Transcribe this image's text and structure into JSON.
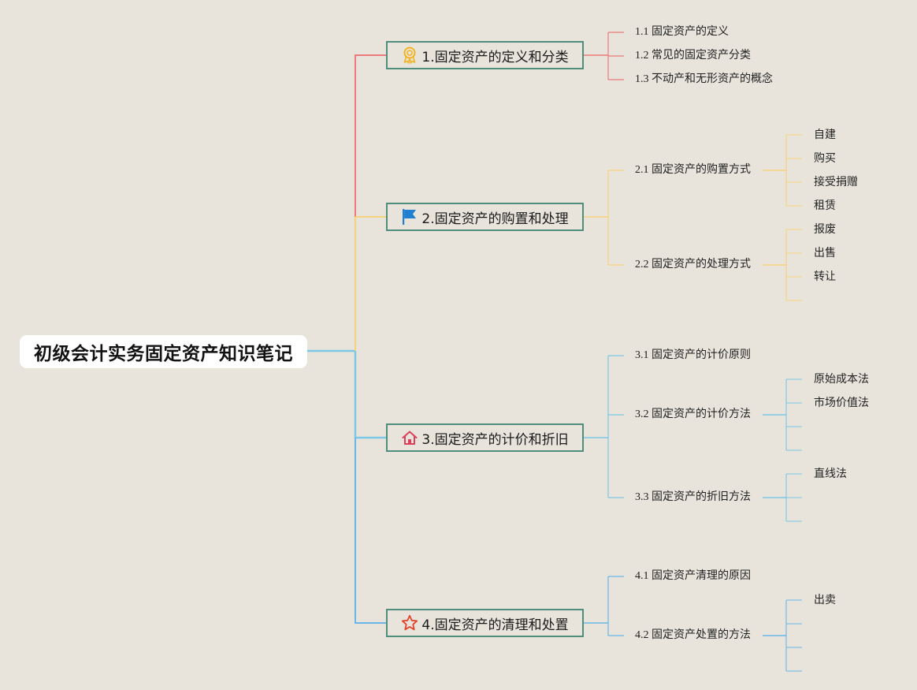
{
  "root": {
    "label": "初级会计实务固定资产知识笔记"
  },
  "colors": {
    "branch1": "#ec7a7a",
    "branch2": "#f5d37c",
    "branch3": "#7cc7e4",
    "branch4": "#6ab6e6",
    "node_border": "#4f8e7c",
    "background": "#e8e4dc"
  },
  "branches": [
    {
      "label": "1.固定资产的定义和分类",
      "icon": "award-ribbon-icon",
      "subtopics": [
        {
          "label": "1.1 固定资产的定义",
          "items": []
        },
        {
          "label": "1.2 常见的固定资产分类",
          "items": []
        },
        {
          "label": "1.3 不动产和无形资产的概念",
          "items": []
        }
      ]
    },
    {
      "label": "2.固定资产的购置和处理",
      "icon": "flag-icon",
      "subtopics": [
        {
          "label": "2.1 固定资产的购置方式",
          "items": [
            "自建",
            "购买",
            "接受捐赠",
            "租赁"
          ]
        },
        {
          "label": "2.2 固定资产的处理方式",
          "items": [
            "报废",
            "出售",
            "转让",
            ""
          ]
        }
      ]
    },
    {
      "label": "3.固定资产的计价和折旧",
      "icon": "house-icon",
      "subtopics": [
        {
          "label": "3.1 固定资产的计价原则",
          "items": []
        },
        {
          "label": "3.2 固定资产的计价方法",
          "items": [
            "原始成本法",
            "市场价值法",
            "",
            ""
          ]
        },
        {
          "label": "3.3 固定资产的折旧方法",
          "items": [
            "直线法",
            "",
            ""
          ]
        }
      ]
    },
    {
      "label": "4.固定资产的清理和处置",
      "icon": "star-icon",
      "subtopics": [
        {
          "label": "4.1 固定资产清理的原因",
          "items": []
        },
        {
          "label": "4.2 固定资产处置的方法",
          "items": [
            "出卖",
            "",
            "",
            ""
          ]
        }
      ]
    }
  ]
}
